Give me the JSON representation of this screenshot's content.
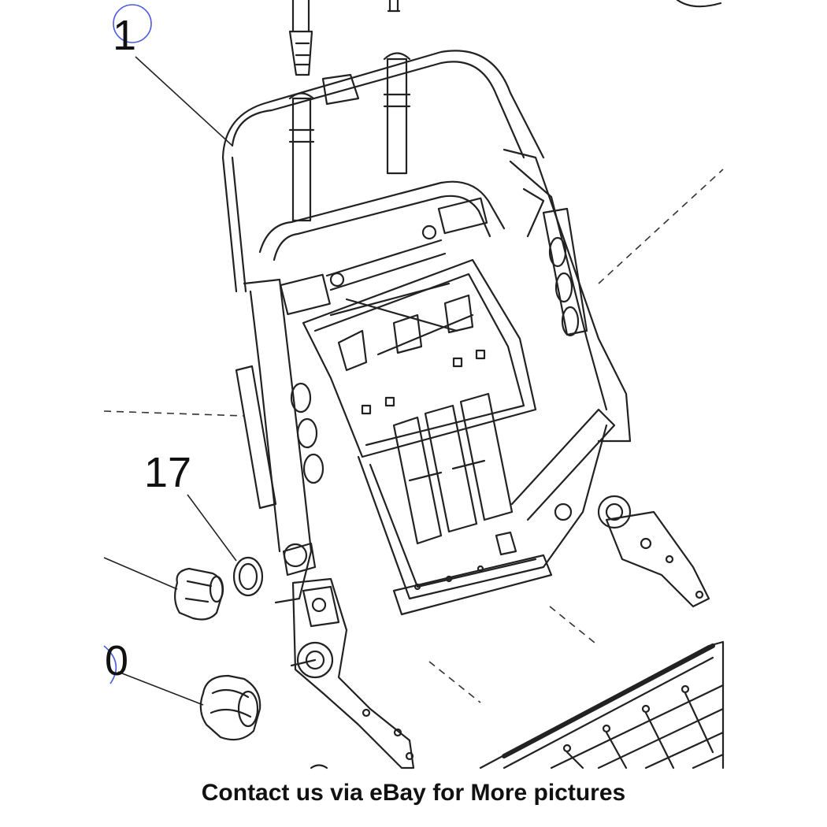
{
  "callouts": {
    "part_1": "1",
    "part_17": "17",
    "part_10_partial": "0"
  },
  "caption": "Contact us via eBay for More pictures",
  "colors": {
    "line": "#222222",
    "dash": "#333333",
    "circle_marker": "#4a5ce0",
    "background": "#ffffff"
  }
}
